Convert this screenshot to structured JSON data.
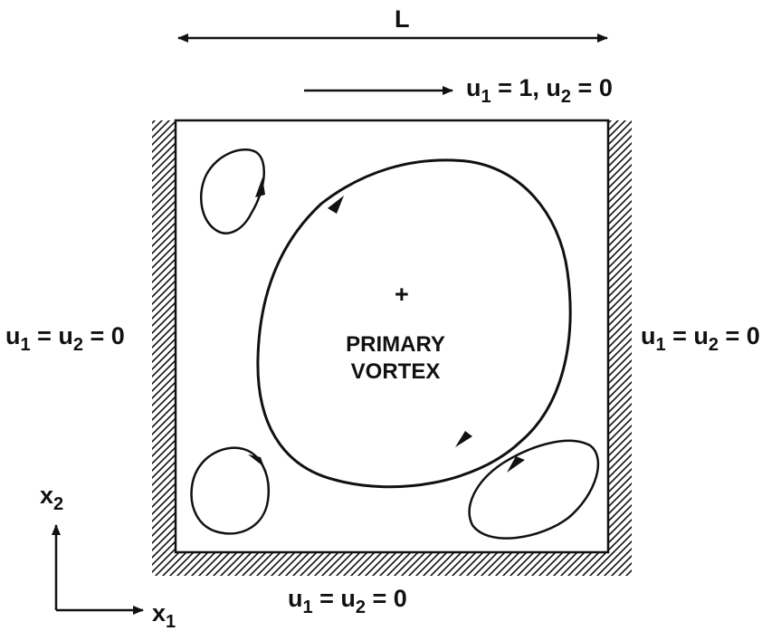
{
  "labels": {
    "length": "L",
    "lid_bc": {
      "u1": "u",
      "sub1": "1",
      "eq1": " = 1, ",
      "u2": "u",
      "sub2": "2",
      "eq2": " = 0"
    },
    "left_bc": {
      "u1": "u",
      "sub1": "1",
      "eq1": " = ",
      "u2": "u",
      "sub2": "2",
      "eq2": " = 0"
    },
    "right_bc": {
      "u1": "u",
      "sub1": "1",
      "eq1": " = ",
      "u2": "u",
      "sub2": "2",
      "eq2": " = 0"
    },
    "bottom_bc": {
      "u1": "u",
      "sub1": "1",
      "eq1": " = ",
      "u2": "u",
      "sub2": "2",
      "eq2": " = 0"
    },
    "center_mark": "+",
    "vortex_line1": "PRIMARY",
    "vortex_line2": "VORTEX",
    "axis_x": {
      "base": "x",
      "sub": "1"
    },
    "axis_y": {
      "base": "x",
      "sub": "2"
    }
  },
  "colors": {
    "ink": "#111111",
    "background": "#ffffff"
  }
}
